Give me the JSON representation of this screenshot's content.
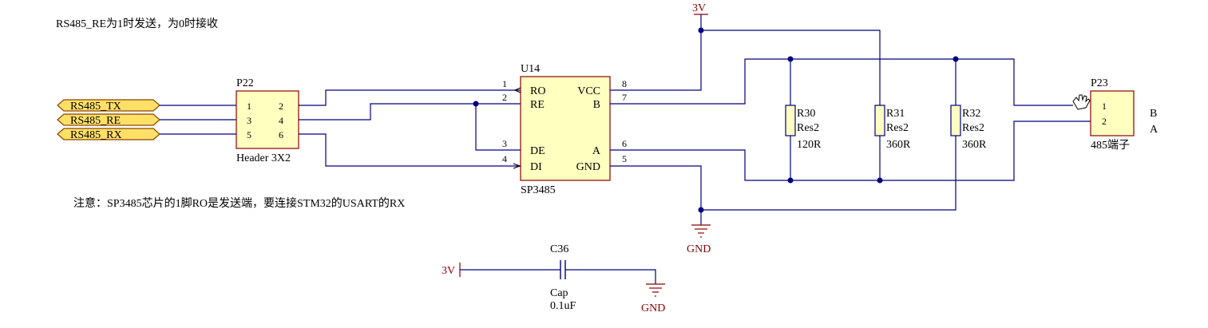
{
  "notes": {
    "top": "RS485_RE为1时发送，为0时接收",
    "bottom": "注意：SP3485芯片的1脚RO是发送端，要连接STM32的USART的RX"
  },
  "ports": [
    "RS485_TX",
    "RS485_RE",
    "RS485_RX"
  ],
  "p22": {
    "designator": "P22",
    "comment": "Header 3X2",
    "pins": [
      "1",
      "2",
      "3",
      "4",
      "5",
      "6"
    ]
  },
  "u14": {
    "designator": "U14",
    "comment": "SP3485",
    "pin_names": [
      "RO",
      "RE",
      "DE",
      "DI",
      "VCC",
      "B",
      "A",
      "GND"
    ],
    "pin_numbers": [
      "1",
      "2",
      "3",
      "4",
      "8",
      "7",
      "6",
      "5"
    ]
  },
  "resistors": [
    {
      "designator": "R30",
      "comment": "Res2",
      "value": "120R"
    },
    {
      "designator": "R31",
      "comment": "Res2",
      "value": "360R"
    },
    {
      "designator": "R32",
      "comment": "Res2",
      "value": "360R"
    }
  ],
  "p23": {
    "designator": "P23",
    "comment": "485端子",
    "pins": [
      "1",
      "2"
    ],
    "signals": [
      "B",
      "A"
    ]
  },
  "power": {
    "vcc": "3V",
    "gnd": "GND"
  },
  "c36": {
    "designator": "C36",
    "comment": "Cap",
    "value": "0.1uF",
    "net": "3V",
    "gnd": "GND"
  },
  "colors": {
    "wire": "#000080",
    "component_body": "#ffffc0",
    "component_outline": "#8b0000",
    "port_fill": "#ffe066",
    "power": "#8b0000"
  }
}
